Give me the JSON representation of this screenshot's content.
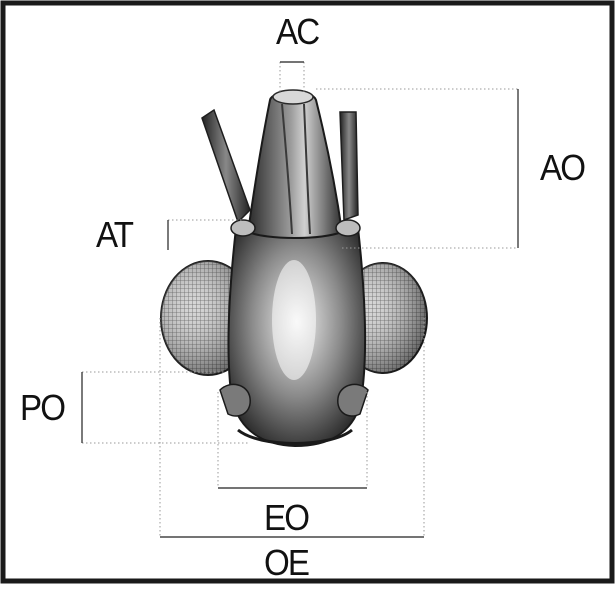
{
  "labels": {
    "ac": "AC",
    "ao": "AO",
    "at": "AT",
    "po": "PO",
    "eo": "EO",
    "oe": "OE"
  },
  "colors": {
    "frame": "#1a1a1a",
    "line": "#222222",
    "guide": "#9a9a9a",
    "specimen_dark": "#2b2b2b",
    "specimen_mid": "#6e6e6e",
    "specimen_light": "#d8d8d8"
  }
}
